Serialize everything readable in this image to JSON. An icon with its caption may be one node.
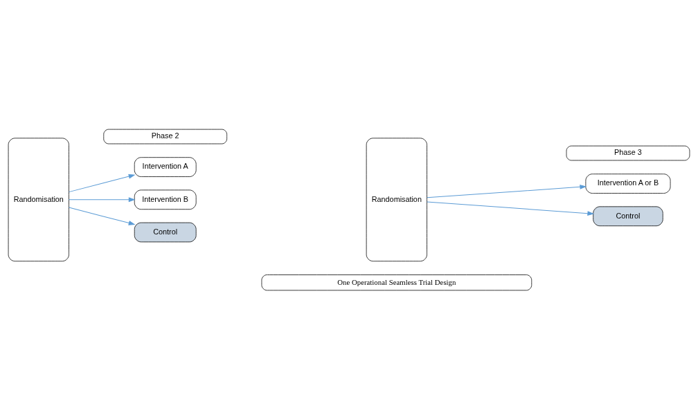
{
  "diagram": {
    "nodes": [
      {
        "text": [
          "Phase 2"
        ]
      },
      {
        "text": [
          "Phase 3"
        ]
      },
      {
        "text": [
          "Randomisation"
        ]
      },
      {
        "text": [
          "Intervention A"
        ]
      },
      {
        "text": [
          "Intervention B"
        ]
      },
      {
        "text": [
          "Control"
        ]
      },
      {
        "text": [
          "Randomisation"
        ]
      },
      {
        "text": [
          "Intervention A or B"
        ]
      },
      {
        "text": [
          "Control"
        ]
      },
      {
        "text": [
          "One Operational Seamless Trial Design"
        ]
      }
    ],
    "edges": [
      {
        "from": 2,
        "to": 3,
        "arrow": "to"
      },
      {
        "from": 2,
        "to": 4,
        "arrow": "to"
      },
      {
        "from": 2,
        "to": 5,
        "arrow": "to"
      },
      {
        "from": 6,
        "to": 7,
        "arrow": "to"
      },
      {
        "from": 6,
        "to": 8,
        "arrow": "to"
      }
    ]
  }
}
